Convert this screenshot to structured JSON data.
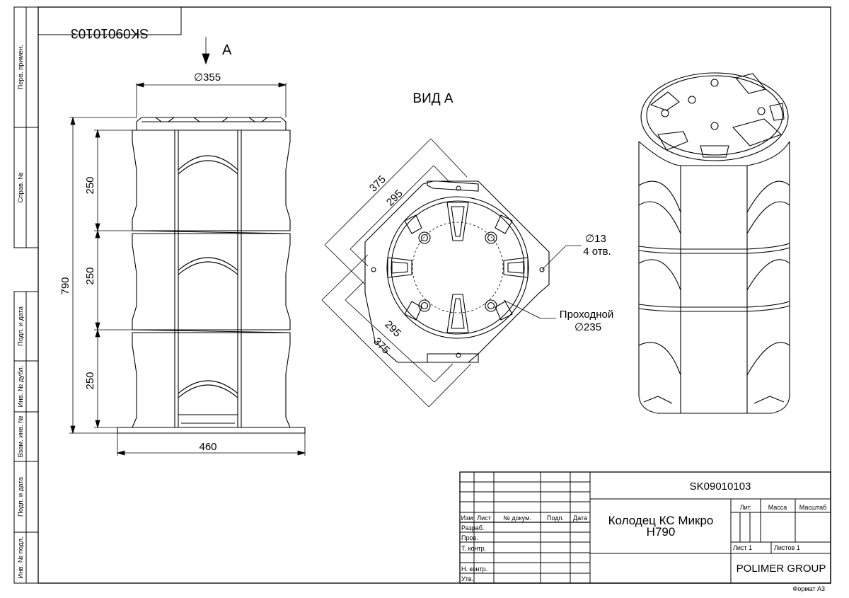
{
  "frame": {
    "code_mirrored": "SK09010103",
    "side_labels": [
      "Перв. примен.",
      "Справ. №",
      "Подп. и дата",
      "Инв. № дубл.",
      "Взам. инв. №",
      "Подп. и дата",
      "Инв. № подл."
    ]
  },
  "front_view": {
    "arrow_label": "А",
    "top_diameter": "∅355",
    "section_heights": [
      "250",
      "250",
      "250"
    ],
    "total_height": "790",
    "base_width": "460"
  },
  "view_a": {
    "title": "ВИД А",
    "dim_outer_top": "375",
    "dim_inner_top": "295",
    "dim_inner_bottom": "295",
    "dim_outer_bottom": "375",
    "holes_diameter": "∅13",
    "holes_count": "4 отв.",
    "passage_label": "Проходной",
    "passage_diameter": "∅235"
  },
  "title_block": {
    "code": "SK09010103",
    "name_line1": "Колодец КС Микро",
    "name_line2": "H790",
    "col_izm": "Изм",
    "col_list": "Лист",
    "col_docnum": "№ докум.",
    "col_sign": "Подп.",
    "col_date": "Дата",
    "row_razrab": "Разраб.",
    "row_prov": "Пров.",
    "row_tkontr": "Т. контр.",
    "row_nkontr": "Н. контр.",
    "row_utv": "Утв.",
    "lit": "Лит.",
    "massa": "Масса",
    "masshtab": "Масштаб",
    "sheet": "Лист 1",
    "sheets": "Листов 1",
    "company": "POLIMER GROUP"
  },
  "format": "Формат А3"
}
